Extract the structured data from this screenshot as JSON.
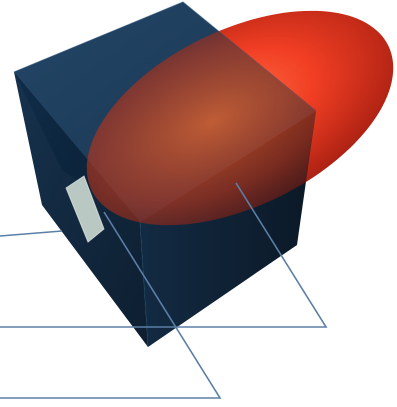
{
  "colors": {
    "background": "#ffffff",
    "cube_front": "#0d2a44",
    "cube_top": "#143757",
    "cube_side": "#081c30",
    "ellipsoid_core": "#ff3b1f",
    "ellipsoid_edge": "#b31405",
    "square_marker": "#c9d6cf",
    "leader_line": "#5b7fa6"
  },
  "objects": {
    "cube": "cube",
    "ellipsoid": "ellipsoid",
    "marker": "square-marker"
  },
  "leader_lines": 3
}
